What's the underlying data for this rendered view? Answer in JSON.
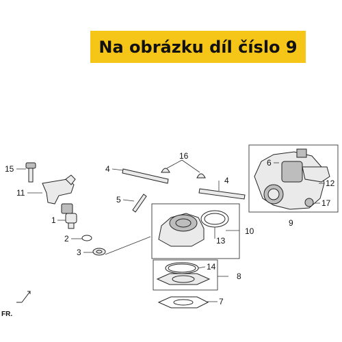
{
  "banner": {
    "text": "Na obrázku díl číslo 9",
    "background": "#f5c518"
  },
  "orientation": {
    "label": "FR."
  },
  "callouts": [
    "15",
    "11",
    "1",
    "2",
    "3",
    "4",
    "16",
    "4",
    "5",
    "13",
    "10",
    "14",
    "8",
    "7",
    "6",
    "12",
    "17",
    "9"
  ]
}
